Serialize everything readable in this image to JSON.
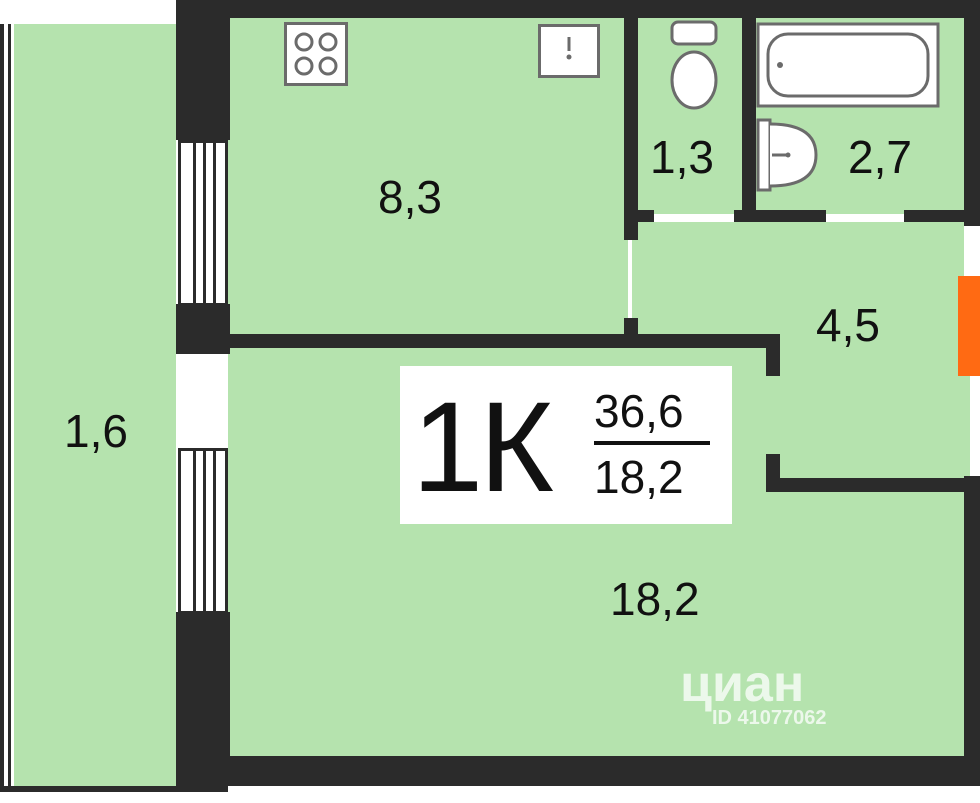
{
  "colors": {
    "room_fill": "#b5e3ae",
    "wall": "#2b2b2b",
    "entrance_accent": "#ff6a13"
  },
  "rooms": {
    "balcony": {
      "area": "1,6"
    },
    "kitchen": {
      "area": "8,3"
    },
    "toilet": {
      "area": "1,3"
    },
    "bathroom": {
      "area": "2,7"
    },
    "hallway": {
      "area": "4,5"
    },
    "living_room": {
      "area": "18,2"
    }
  },
  "summary": {
    "type": "1К",
    "total_area": "36,6",
    "living_area": "18,2"
  },
  "fixtures": [
    "stove-icon",
    "kitchen-sink-icon",
    "toilet-icon",
    "bathtub-icon",
    "washbasin-icon"
  ],
  "watermark": {
    "brand": "циан",
    "listing_id": "ID 41077062"
  }
}
